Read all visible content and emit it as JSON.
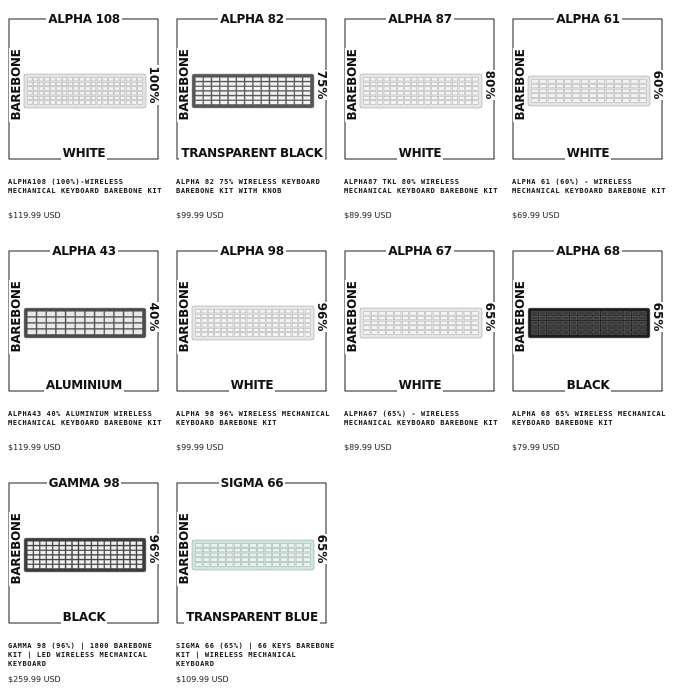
{
  "products": [
    {
      "model": "ALPHA 108",
      "barebone": "BAREBONE",
      "size": "100%",
      "color": "WHITE",
      "title": "ALPHA108 (100%)-WIRELESS MECHANICAL KEYBOARD BAREBONE KIT",
      "price": "$119.99 USD",
      "kb_color": "#f2f2f2",
      "kb_case": "#e4e4e4",
      "rows": 6,
      "cols": 20
    },
    {
      "model": "ALPHA 82",
      "barebone": "BAREBONE",
      "size": "75%",
      "color": "TRANSPARENT BLACK",
      "title": "ALPHA 82 75% WIRELESS KEYBOARD BAREBONE KIT WITH KNOB",
      "price": "$99.99 USD",
      "kb_color": "#f3f3f3",
      "kb_case": "#555555",
      "rows": 6,
      "cols": 14
    },
    {
      "model": "ALPHA 87",
      "barebone": "BAREBONE",
      "size": "80%",
      "color": "WHITE",
      "title": "ALPHA87 TKL 80% WIRELESS MECHANICAL KEYBOARD BAREBONE KIT",
      "price": "$89.99 USD",
      "kb_color": "#f4f4f4",
      "kb_case": "#e6e6e6",
      "rows": 6,
      "cols": 17
    },
    {
      "model": "ALPHA 61",
      "barebone": "BAREBONE",
      "size": "60%",
      "color": "WHITE",
      "title": "ALPHA 61 (60%) - WIRELESS MECHANICAL KEYBOARD BAREBONE KIT",
      "price": "$69.99 USD",
      "kb_color": "#f2f2f2",
      "kb_case": "#e4e4e4",
      "rows": 5,
      "cols": 14
    },
    {
      "model": "ALPHA 43",
      "barebone": "BAREBONE",
      "size": "40%",
      "color": "ALUMINIUM",
      "title": "ALPHA43 40% ALUMINIUM WIRELESS MECHANICAL KEYBOARD BAREBONE KIT",
      "price": "$119.99 USD",
      "kb_color": "#e8e8e8",
      "kb_case": "#4a4a4a",
      "rows": 4,
      "cols": 12
    },
    {
      "model": "ALPHA 98",
      "barebone": "BAREBONE",
      "size": "96%",
      "color": "WHITE",
      "title": "ALPHA 98 96% WIRELESS MECHANICAL KEYBOARD BAREBONE KIT",
      "price": "$99.99 USD",
      "kb_color": "#f4f4f4",
      "kb_case": "#e6e6e6",
      "rows": 6,
      "cols": 18
    },
    {
      "model": "ALPHA 67",
      "barebone": "BAREBONE",
      "size": "65%",
      "color": "WHITE",
      "title": "ALPHA67 (65%) - WIRELESS MECHANICAL KEYBOARD BAREBONE KIT",
      "price": "$89.99 USD",
      "kb_color": "#f4f4f4",
      "kb_case": "#e6e6e6",
      "rows": 5,
      "cols": 15
    },
    {
      "model": "ALPHA 68",
      "barebone": "BAREBONE",
      "size": "65%",
      "color": "BLACK",
      "title": "ALPHA 68 65% WIRELESS MECHANICAL KEYBOARD BAREBONE KIT",
      "price": "$79.99 USD",
      "kb_color": "#3a3a3a",
      "kb_case": "#1d1d1d",
      "rows": 5,
      "cols": 15
    },
    {
      "model": "GAMMA 98",
      "barebone": "BAREBONE",
      "size": "96%",
      "color": "BLACK",
      "title": "GAMMA 98 (96%) | 1800 BAREBONE KIT | LED WIRELESS MECHANICAL KEYBOARD",
      "price": "$259.99 USD",
      "kb_color": "#f0f0f0",
      "kb_case": "#3b3b3b",
      "rows": 6,
      "cols": 18
    },
    {
      "model": "SIGMA 66",
      "barebone": "BAREBONE",
      "size": "65%",
      "color": "TRANSPARENT BLUE",
      "title": "SIGMA 66 (65%) | 66 KEYS BAREBONE KIT | WIRELESS MECHANICAL KEYBOARD",
      "price": "$109.99 USD",
      "kb_color": "#e6f3ef",
      "kb_case": "#cfe6e0",
      "rows": 5,
      "cols": 15
    }
  ]
}
